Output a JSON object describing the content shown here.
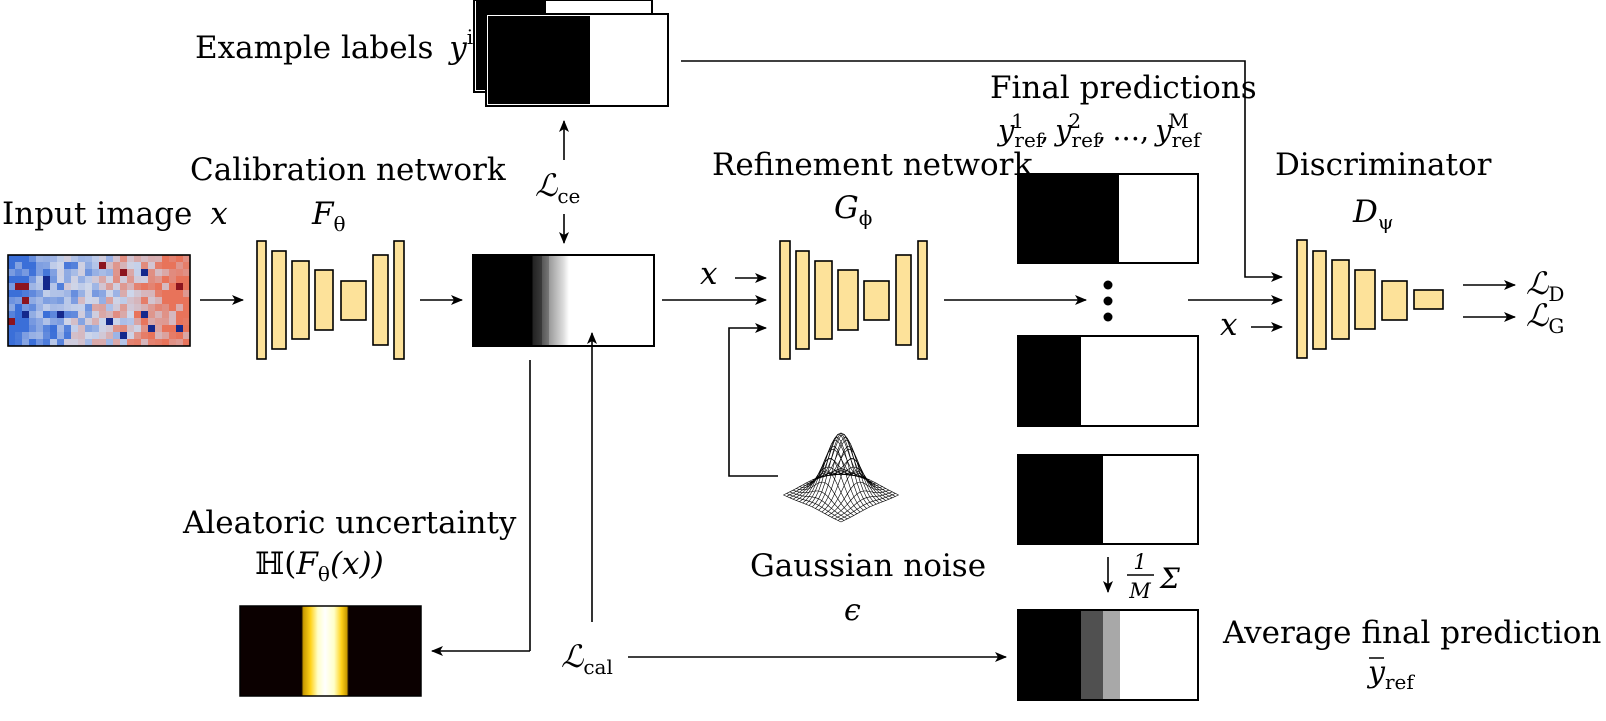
{
  "labels": {
    "input_image": "Input image",
    "input_image_var": "x",
    "calibration_network": "Calibration network",
    "calibration_sym": "F",
    "calibration_sub": "θ",
    "example_labels": "Example labels",
    "example_labels_var": "y",
    "example_labels_sup": "i",
    "loss_ce_sym": "ℒ",
    "loss_ce_sub": "ce",
    "refinement_network": "Refinement network",
    "refinement_sym": "G",
    "refinement_sub": "ϕ",
    "refinement_input": "x",
    "final_predictions": "Final predictions",
    "final_predictions_var": "y",
    "final_predictions_sub": "ref",
    "final_pred_sup_1": "1",
    "final_pred_sup_2": "2",
    "final_pred_sup_m": "M",
    "final_pred_sep1": ",",
    "final_pred_sep2": ",",
    "final_pred_ellipsis": "...,",
    "discriminator": "Discriminator",
    "discriminator_sym": "D",
    "discriminator_sub": "ψ",
    "discriminator_input": "x",
    "loss_d_sym": "ℒ",
    "loss_d_sub": "D",
    "loss_g_sym": "ℒ",
    "loss_g_sub": "G",
    "aleatoric_uncertainty": "Aleatoric uncertainty",
    "entropy_prefix": "ℍ(",
    "entropy_f": "F",
    "entropy_sub": "θ",
    "entropy_suffix": "(x))",
    "gaussian_noise": "Gaussian noise",
    "noise_sym": "ϵ",
    "loss_cal_sym": "ℒ",
    "loss_cal_sub": "cal",
    "average_numerator": "1",
    "average_denominator": "M",
    "average_sum": "Σ",
    "average_final_prediction": "Average final prediction",
    "average_var": "y",
    "average_sub": "ref"
  },
  "colors": {
    "network_fill": "#fde29a",
    "heatmap_cold": "#3b6fd8",
    "heatmap_warm": "#e8735a",
    "uncertainty_bg": "#0b0000",
    "uncertainty_glow": "#ffd21a"
  },
  "icons": [
    "arrow-right",
    "arrow-up",
    "arrow-down",
    "arrow-left",
    "vertical-ellipsis",
    "gaussian-surface"
  ]
}
